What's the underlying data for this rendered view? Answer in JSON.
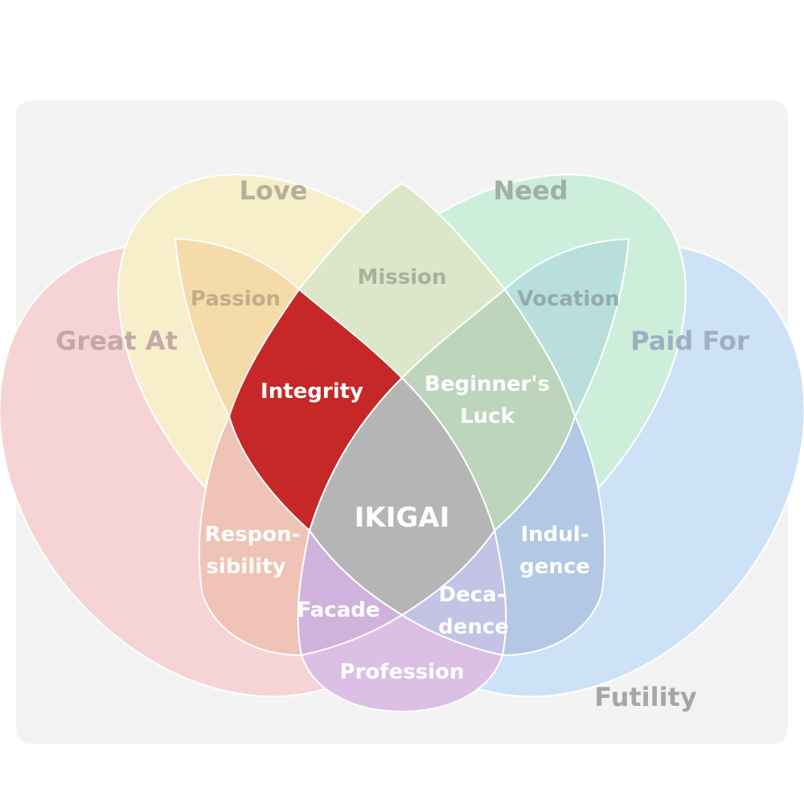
{
  "sets": {
    "great_at": {
      "label": "Great At",
      "color": "#f6d4d5",
      "text_color": "#c2a9aa"
    },
    "love": {
      "label": "Love",
      "color": "#f6efca",
      "text_color": "#b5b09a"
    },
    "need": {
      "label": "Need",
      "color": "#cdeedb",
      "text_color": "#9fb1a6"
    },
    "paid_for": {
      "label": "Paid For",
      "color": "#cde2f6",
      "text_color": "#9eb0bf"
    }
  },
  "regions": {
    "passion": {
      "label": "Passion",
      "color": "#f5dba9",
      "text_color": "#c4ad8a"
    },
    "mission": {
      "label": "Mission",
      "color": "#dce6c8",
      "text_color": "#a9b09c"
    },
    "vocation": {
      "label": "Vocation",
      "color": "#b8dfdc",
      "text_color": "#93aab0"
    },
    "integrity": {
      "label": "Integrity",
      "color": "#c62828",
      "text_color": "#ffffff"
    },
    "beginners_luck": {
      "label_line1": "Beginner's",
      "label_line2": "Luck",
      "color": "#bcd5bc",
      "text_color": "#ffffff"
    },
    "responsibility": {
      "label_line1": "Respon-",
      "label_line2": "sibility",
      "color": "#efc3b5",
      "text_color": "#ffffff"
    },
    "indulgence": {
      "label_line1": "Indul-",
      "label_line2": "gence",
      "color": "#b2c8e4",
      "text_color": "#ffffff"
    },
    "ikigai": {
      "label": "IKIGAI",
      "color": "#b5b5b5",
      "text_color": "#ffffff"
    },
    "facade": {
      "label": "Facade",
      "color": "#d0b3dc",
      "text_color": "#ffffff"
    },
    "decadence": {
      "label_line1": "Deca-",
      "label_line2": "dence",
      "color": "#c3c3e6",
      "text_color": "#ffffff"
    },
    "profession": {
      "label": "Profession",
      "color": "#dcbfe4",
      "text_color": "#ffffff"
    }
  },
  "outside": {
    "label": "Futility",
    "text_color": "#a6a6a6"
  },
  "panel_color": "#f3f3f3"
}
